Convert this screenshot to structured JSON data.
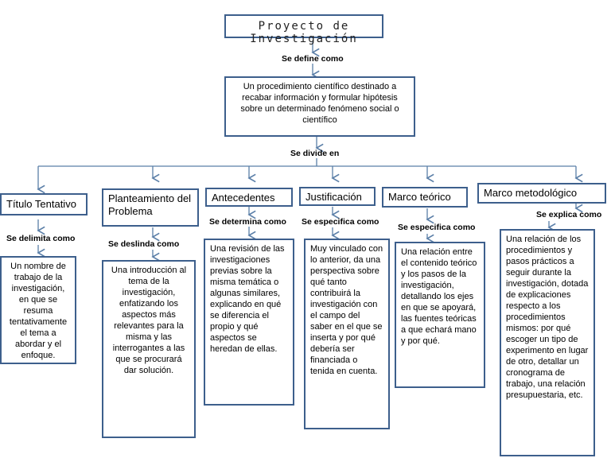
{
  "title": "Proyecto de Investigación",
  "title_line1": "Proyecto de",
  "title_line2": "Investigación",
  "define_label": "Se define como",
  "definition": "Un procedimiento científico destinado a recabar información y formular hipótesis sobre un determinado fenómeno social o científico",
  "divide_label": "Se divide en",
  "branches": [
    {
      "name": "Título Tentativo",
      "connector": "Se delimita como",
      "text": "Un nombre de trabajo de la investigación, en que se resuma tentativamente el tema a abordar y el enfoque."
    },
    {
      "name": "Planteamiento del Problema",
      "connector": "Se deslinda como",
      "text": "Una introducción al tema de la investigación, enfatizando los aspectos más relevantes para la misma y las interrogantes a las que se procurará dar solución."
    },
    {
      "name": "Antecedentes",
      "connector": "Se determina como",
      "text": "Una revisión de las investigaciones previas sobre la misma temática o algunas similares, explicando en qué se diferencia el propio y qué aspectos se heredan de ellas."
    },
    {
      "name": "Justificación",
      "connector": "Se especifica como",
      "text": "Muy vinculado con lo anterior, da una perspectiva sobre qué tanto contribuirá la investigación con el campo del saber en el que se inserta y por qué debería ser financiada o tenida en cuenta."
    },
    {
      "name": "Marco teórico",
      "connector": "Se especifica como",
      "text": "Una relación entre el contenido teórico y los pasos de la investigación, detallando los ejes en que se apoyará, las fuentes teóricas a que echará mano y por qué."
    },
    {
      "name": "Marco metodológico",
      "connector": "Se explica como",
      "text": "Una relación de los procedimientos y pasos prácticos a seguir durante la investigación, dotada de explicaciones respecto a los procedimientos mismos: por qué escoger un tipo de experimento en lugar de otro, detallar un cronograma de trabajo, una relación presupuestaria, etc."
    }
  ],
  "colors": {
    "border": "#3d5f8c",
    "connector": "#5b7fa8"
  }
}
